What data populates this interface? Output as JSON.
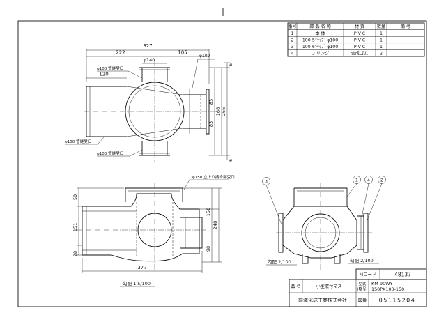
{
  "parts_table": {
    "headers": [
      "番号",
      "部 品 名 称",
      "材 質",
      "数量",
      "備 考"
    ],
    "rows": [
      [
        "1",
        "本 体",
        "P V C",
        "1",
        ""
      ],
      [
        "2",
        "100-5ｷｬｯﾌﾟ φ100",
        "P V C",
        "1",
        ""
      ],
      [
        "3",
        "100-6ｷｬｯﾌﾟ φ100",
        "P V C",
        "1",
        ""
      ],
      [
        "4",
        "O リング",
        "合成ゴム",
        "2",
        ""
      ]
    ]
  },
  "top_view": {
    "dims": {
      "overall_width": "327",
      "left_width": "222",
      "right_width": "105",
      "inlet_length": "120",
      "dia_140": "φ140",
      "dia_100_top": "φ100",
      "right_offset": "6",
      "half_upper": "83",
      "half_lower": "83",
      "mid_166": "166",
      "total_266": "266",
      "bottom_offset": "6"
    },
    "labels": {
      "upper_port": "φ100 管継受口",
      "left_inlet": "φ150 管継受口",
      "lower_port": "φ100 管継受口"
    }
  },
  "front_view": {
    "dims": {
      "top_50": "50",
      "mid_151": "151",
      "bottom_28": "28",
      "right_150": "150",
      "right_98": "98",
      "total_248": "248",
      "width_377": "377"
    },
    "labels": {
      "riser": "φ150 立上り接合部受口",
      "slope": "勾配 1.5/100"
    }
  },
  "side_view": {
    "balloons": [
      "1",
      "2",
      "3",
      "4"
    ],
    "slope_left": "勾配 2/100",
    "slope_right": "勾配 2/100"
  },
  "title_block": {
    "m_code_label": "Mコード",
    "m_code_value": "48137",
    "name_label": "品 名",
    "name_value": "小型取付マス",
    "model_label": "型式",
    "model_label2": "(略号)",
    "model_value1": "KM-90WY",
    "model_value2": "150PX100-150",
    "company": "前澤化成工業株式会社",
    "number_label": "図番",
    "number_value": "05115204"
  }
}
